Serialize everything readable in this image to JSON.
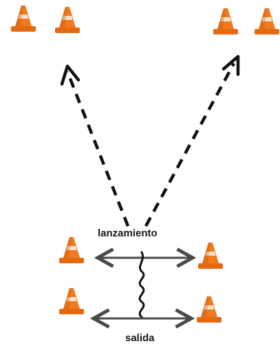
{
  "labels": {
    "launch": "lanzamiento",
    "start": "salida"
  },
  "colors": {
    "cone": "#f07a1e",
    "cone_stripe": "#ffffff",
    "dashed_path": "#111111",
    "arrow": "#4a4a4a",
    "wave": "#111111"
  },
  "cones": [
    {
      "id": "cone-top-left-1"
    },
    {
      "id": "cone-top-left-2"
    },
    {
      "id": "cone-top-right-1"
    },
    {
      "id": "cone-top-right-2"
    },
    {
      "id": "cone-launch-left"
    },
    {
      "id": "cone-launch-right"
    },
    {
      "id": "cone-start-left"
    },
    {
      "id": "cone-start-right"
    }
  ]
}
